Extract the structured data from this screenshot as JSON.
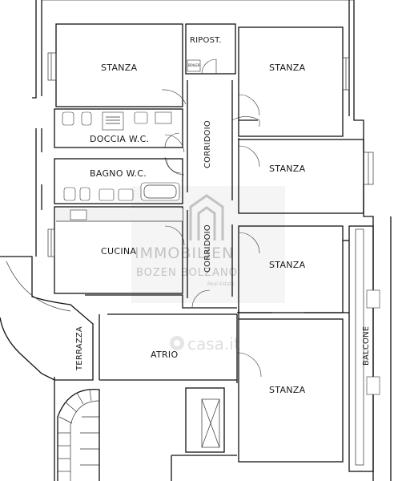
{
  "rooms": {
    "stanza_top_left": "STANZA",
    "ripost": "RIPOST.",
    "stanza_top_right": "STANZA",
    "doccia": "DOCCIA W.C.",
    "corridoio_upper": "CORRIDOIO",
    "stanza_mid_right": "STANZA",
    "bagno": "BAGNO W.C.",
    "corridoio_lower": "CORRIDOIO",
    "cucina": "CUCINA",
    "stanza_right_lower": "STANZA",
    "terrazza": "TERRAZZA",
    "atrio": "ATRIO",
    "balcone": "BALCONE",
    "stanza_bottom_right": "STANZA"
  },
  "fixtures": {
    "boiler": "BOILER"
  },
  "watermark": {
    "line1": "IMMOBILIEN",
    "line2": "BOZEN BOLZANO",
    "line3": "Real Estate",
    "site": "casa.it"
  }
}
